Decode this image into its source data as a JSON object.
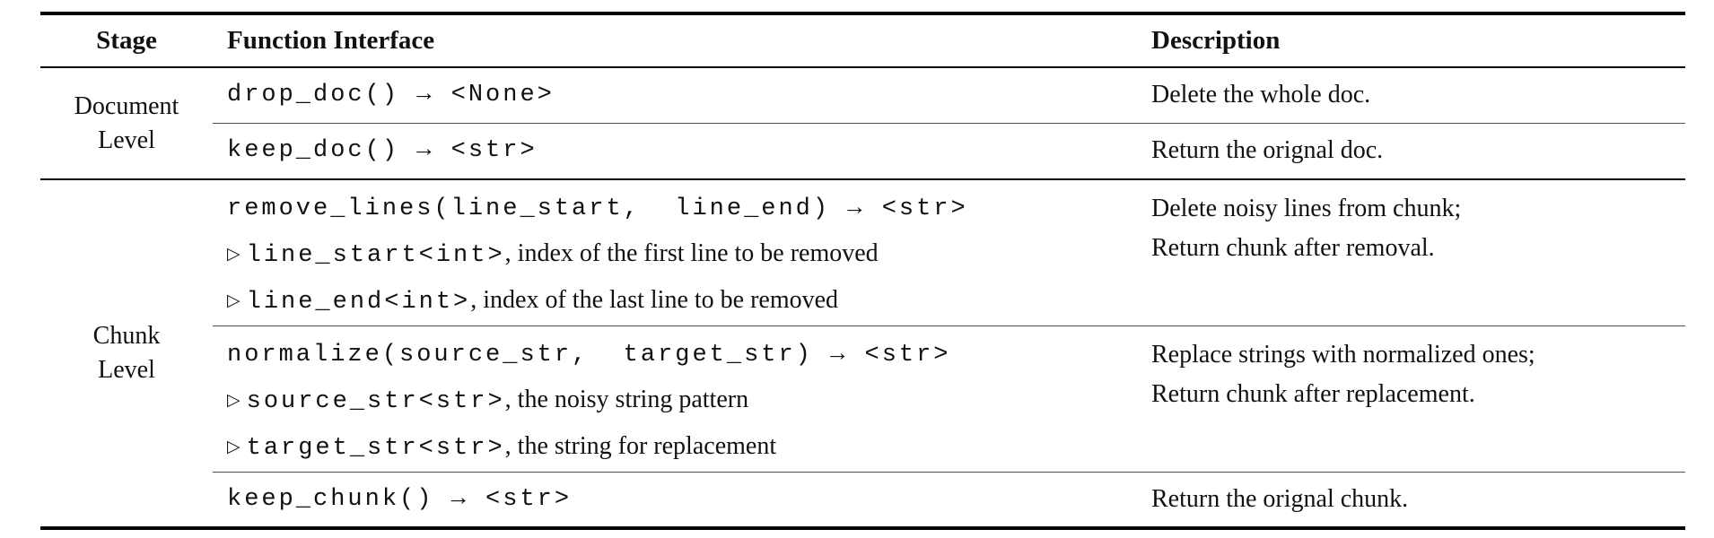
{
  "table": {
    "columns": [
      "Stage",
      "Function Interface",
      "Description"
    ],
    "marker": "▷",
    "groups": [
      {
        "stage": "Document Level",
        "stage_lines": [
          "Document",
          "Level"
        ],
        "rows": [
          {
            "signature": "drop_doc() → <None>",
            "description": [
              "Delete the whole doc."
            ]
          },
          {
            "signature": "keep_doc() → <str>",
            "description": [
              "Return the orignal doc."
            ]
          }
        ]
      },
      {
        "stage": "Chunk Level",
        "stage_lines": [
          "Chunk",
          "Level"
        ],
        "rows": [
          {
            "signature": "remove_lines(line_start,  line_end) → <str>",
            "params": [
              {
                "name": "line_start<int>",
                "note": ", index of the first line to be removed"
              },
              {
                "name": "line_end<int>",
                "note": ", index of the last line to be removed"
              }
            ],
            "description": [
              "Delete noisy lines from chunk;",
              "Return chunk after removal."
            ]
          },
          {
            "signature": "normalize(source_str,  target_str) → <str>",
            "params": [
              {
                "name": "source_str<str>",
                "note": ", the noisy string pattern"
              },
              {
                "name": "target_str<str>",
                "note": ", the string for replacement"
              }
            ],
            "description": [
              "Replace strings with normalized ones;",
              "Return chunk after replacement."
            ]
          },
          {
            "signature": "keep_chunk() → <str>",
            "description": [
              "Return the orignal chunk."
            ]
          }
        ]
      }
    ]
  }
}
